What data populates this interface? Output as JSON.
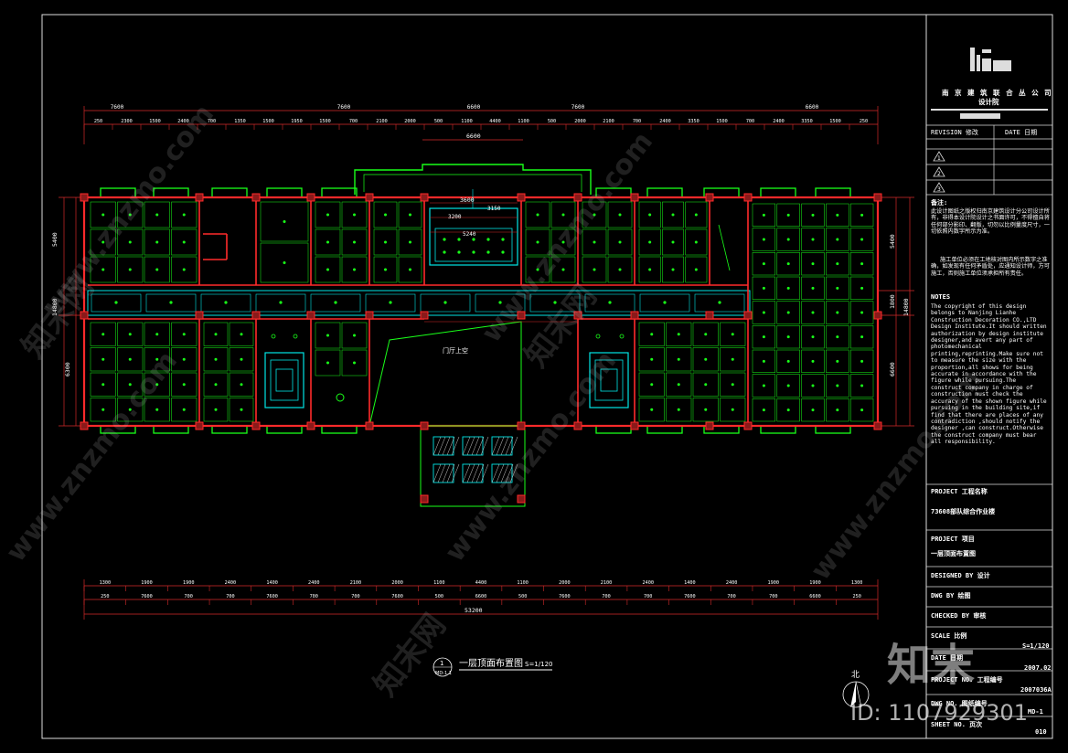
{
  "plan": {
    "title": "一层顶面布置图",
    "scale_label": "S=1/120",
    "callout_number": "1",
    "callout_ref": "MD-1.1",
    "hall_label": "门厅上空",
    "north_label": "北",
    "overall_width": "53200",
    "overall_width_top": "6600",
    "top_dims_major": [
      "7600",
      "7600",
      "6600",
      "7600",
      "6600"
    ],
    "top_dims_minor": [
      "250",
      "2300",
      "1500",
      "2400",
      "700",
      "1350",
      "1500",
      "1950",
      "1500",
      "700",
      "2100",
      "2000",
      "500",
      "1100",
      "4400",
      "1100",
      "500",
      "2000",
      "2100",
      "700",
      "2400",
      "3350",
      "1500",
      "700",
      "2400",
      "3350",
      "1500",
      "250"
    ],
    "bottom_dims_minor": [
      "1300",
      "1900",
      "1900",
      "2400",
      "1400",
      "2400",
      "2100",
      "2000",
      "1100",
      "4400",
      "1100",
      "2000",
      "2100",
      "2400",
      "1400",
      "2400",
      "1900",
      "1900",
      "1300"
    ],
    "bottom_dims_major": [
      "250",
      "7600",
      "700",
      "700",
      "7600",
      "700",
      "700",
      "7600",
      "500",
      "6600",
      "500",
      "7600",
      "700",
      "700",
      "7600",
      "700",
      "700",
      "6600",
      "250"
    ],
    "left_dims": [
      "5400",
      "14800",
      "6300"
    ],
    "right_dims": [
      "5400",
      "1800",
      "6600",
      "14800"
    ],
    "inner_dims": [
      "3600",
      "3150",
      "3200",
      "5240"
    ]
  },
  "title_block": {
    "company": "南 京 建 筑 联 合 丛 公 司",
    "company_sub": "设计院",
    "revision_label": "REVISION 修改",
    "date_label": "DATE 日期",
    "rev_marks": [
      "1",
      "2",
      "3"
    ],
    "notes_cn_title": "备注:",
    "notes_cn_1": "此设计图纸之版权归南京建筑设计分公司设计所有，非得本设计院设计之书面许可，不得擅自将任何部分影印、翻版，切勿以比例量度尺寸，一切依照内数字所示为准。",
    "notes_cn_2": "施工单位必须在工地核对图内所示数字之准确，如发现有任何矛盾处，应通知设计师，方可施工，否则施工单位须承担所有责任。",
    "notes_en_title": "NOTES",
    "notes_en": "The copyright of this design belongs to Nanjing Lianhe Construction Decoration CO.,LTD Design Institute.It should written authorization by design institute designer,and avert any part of photomechanical printing,reprinting.Make sure not to measure the size with the proportion,all shows for being accurate in accordance with the figure while pursuing.The construct company in charge of construction must check the accuracy of the shown figure while pursuing in the building site,if find that there are places of any contradiction ,should notify the designer ,can construct.Otherwise the construct company must bear all responsibility.",
    "project_label": "PROJECT 工程名称",
    "project_name": "73608部队综合作业楼",
    "drawing_label": "PROJECT 项目",
    "drawing_name": "一层顶面布置图",
    "designed_label": "DESIGNED BY 设计",
    "drawn_label": "DWG BY 绘图",
    "checked_label": "CHECKED BY 审核",
    "scale_label": "SCALE 比例",
    "scale_value": "S=1/120",
    "date_row_label": "DATE 日期",
    "date_value": "2007.02",
    "project_no_label": "PROJECT NO. 工程编号",
    "project_no_value": "2007036A",
    "dwg_no_label": "DWG NO. 图纸编号",
    "dwg_no_value": "MD-1",
    "sheet_label": "SHEET NO. 页次",
    "sheet_value": "010"
  },
  "watermark": {
    "site": "www.znzmo.com",
    "brand": "知末网",
    "logo": "知末",
    "id_text": "ID: 1107929301"
  },
  "colors": {
    "red": "#ff2a2a",
    "green": "#19ff19",
    "cyan": "#00e5e5",
    "white": "#ffffff",
    "dim_red": "#d42a2a"
  }
}
